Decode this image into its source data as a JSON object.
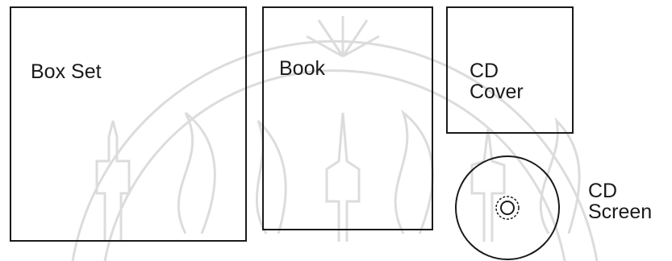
{
  "diagram": {
    "box_set": {
      "label": "Box Set"
    },
    "book": {
      "label": "Book"
    },
    "cd_cover": {
      "label_line1": "CD",
      "label_line2": "Cover"
    },
    "cd_screen": {
      "label_line1": "CD",
      "label_line2": "Screen"
    }
  },
  "watermark": {
    "icon": "university-seal-watermark",
    "color": "#d9d9d9"
  },
  "colors": {
    "stroke": "#1a1a1a",
    "background": "#ffffff"
  }
}
